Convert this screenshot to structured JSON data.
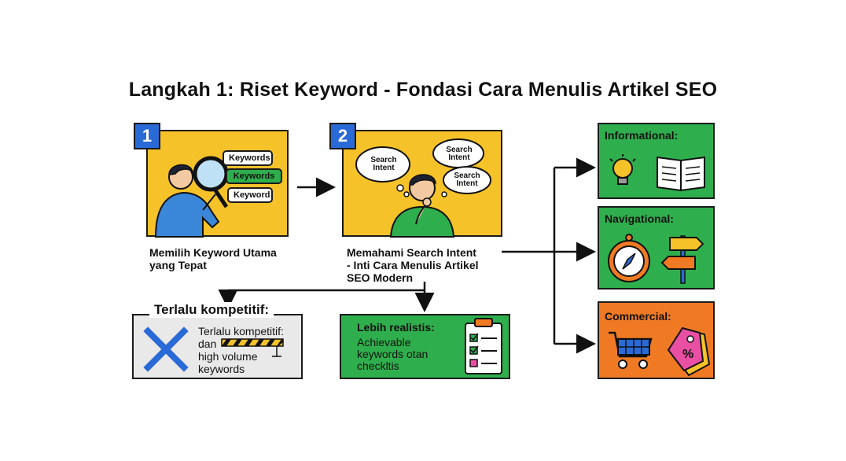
{
  "title": "Langkah 1: Riset Keyword - Fondasi Cara Menulis Artikel SEO",
  "step1": {
    "number": "1",
    "keywords": [
      "Keywords",
      "Keywords",
      "Keyword"
    ],
    "caption_line1": "Memilih Keyword Utama",
    "caption_line2": "yang Tepat"
  },
  "step2": {
    "number": "2",
    "clouds": [
      "Search\nIntent",
      "Search\nIntent",
      "Search\nIntent"
    ],
    "caption_line1": "Memahami Search Intent",
    "caption_line2": "- Inti Cara Menulis Artikel",
    "caption_line3": "SEO Modern"
  },
  "intent_types": {
    "informational": "Informational:",
    "navigational": "Navigational:",
    "commercial": "Commercial:"
  },
  "competitive": {
    "heading": "Terlalu kompetitif:",
    "line1": "Terlalu kompetitif:",
    "line2": "dan",
    "line3": "high volume",
    "line4": "keywords"
  },
  "realistic": {
    "heading": "Lebih realistis:",
    "line1": "Achievable",
    "line2": "keywords otan",
    "line3": "checkltis"
  },
  "colors": {
    "yellow": "#f6c22a",
    "green": "#2fae4d",
    "orange": "#f07a23",
    "blue": "#2a6ad6",
    "grey": "#e9e9e9"
  }
}
